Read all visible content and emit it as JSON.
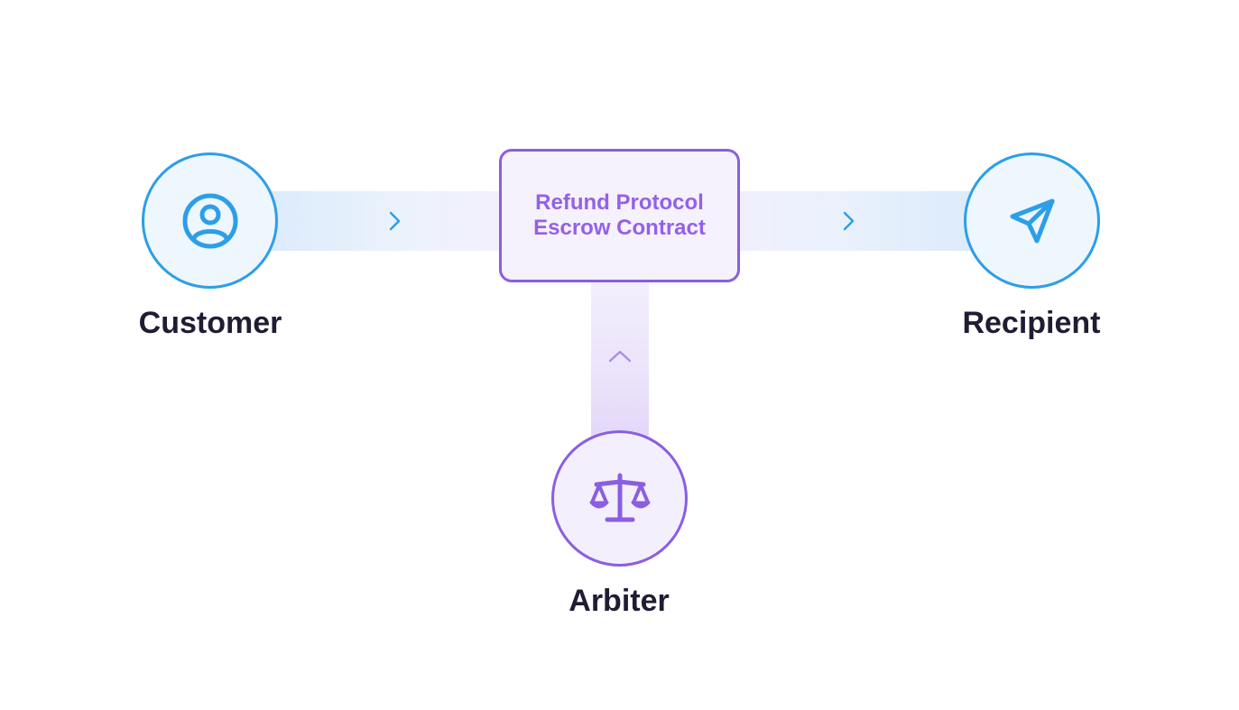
{
  "nodes": {
    "customer": {
      "label": "Customer",
      "icon": "user-circle-icon"
    },
    "recipient": {
      "label": "Recipient",
      "icon": "paper-plane-icon"
    },
    "arbiter": {
      "label": "Arbiter",
      "icon": "scales-icon"
    }
  },
  "contract": {
    "line1": "Refund Protocol",
    "line2": "Escrow Contract"
  },
  "colors": {
    "blue_accent": "#2d9ee8",
    "purple_accent": "#8a5fe0",
    "label_text": "#1e1d33"
  }
}
